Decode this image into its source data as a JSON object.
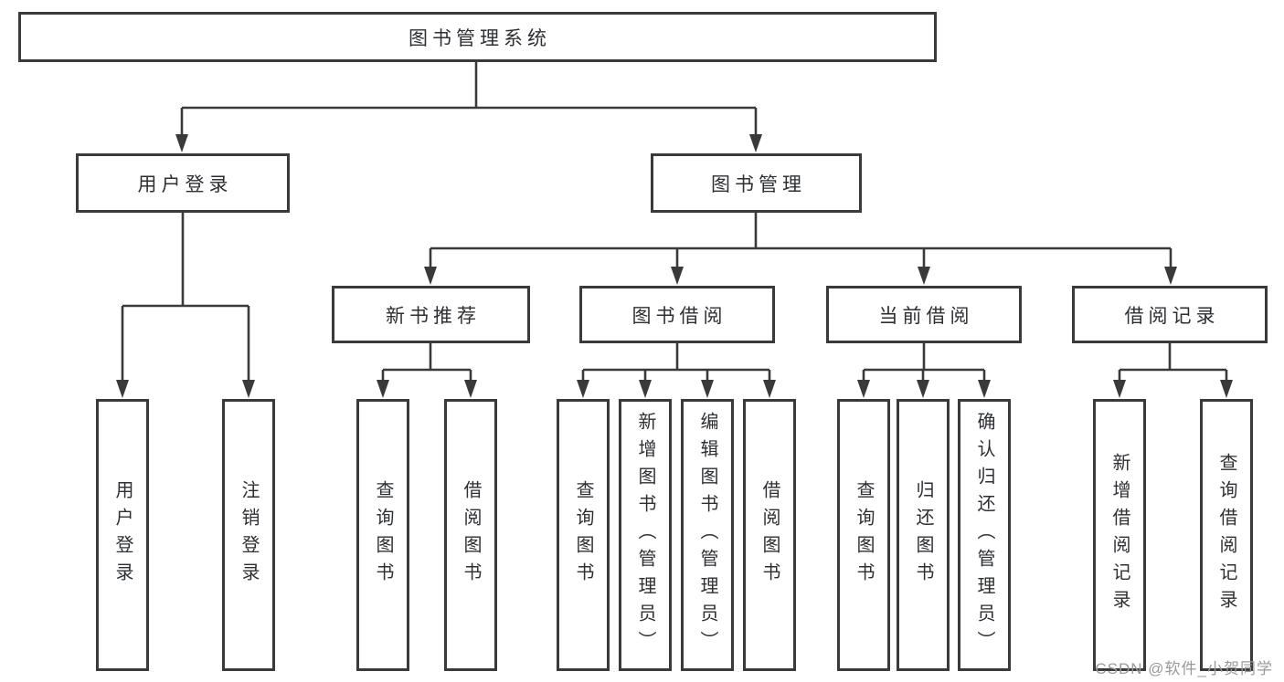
{
  "diagram": {
    "title": "图书管理系统",
    "nodes": {
      "root": "图书管理系统",
      "user_login": "用户登录",
      "book_mgmt": "图书管理",
      "new_book_rec": "新书推荐",
      "book_borrow": "图书借阅",
      "current_borrow": "当前借阅",
      "borrow_records": "借阅记录",
      "ul_login": "用户登录",
      "ul_logout": "注销登录",
      "nb_query_book": "查询图书",
      "nb_borrow_book": "借阅图书",
      "bb_query_book": "查询图书",
      "bb_add_book": "新增图书（管理员）",
      "bb_edit_book": "编辑图书（管理员）",
      "bb_borrow_book": "借阅图书",
      "cb_query_book": "查询图书",
      "cb_return_book": "归还图书",
      "cb_confirm_return": "确认归还（管理员）",
      "br_add_record": "新增借阅记录",
      "br_query_record": "查询借阅记录"
    },
    "hierarchy": {
      "图书管理系统": {
        "用户登录": [
          "用户登录",
          "注销登录"
        ],
        "图书管理": {
          "新书推荐": [
            "查询图书",
            "借阅图书"
          ],
          "图书借阅": [
            "查询图书",
            "新增图书（管理员）",
            "编辑图书（管理员）",
            "借阅图书"
          ],
          "当前借阅": [
            "查询图书",
            "归还图书",
            "确认归还（管理员）"
          ],
          "借阅记录": [
            "新增借阅记录",
            "查询借阅记录"
          ]
        }
      }
    }
  },
  "watermark": "CSDN @软件_小贺同学",
  "colors": {
    "line": "#3a3a3a",
    "text": "#2d2f33",
    "node_background": "#ffffff",
    "watermark": "#9a9a9a",
    "background": "#ffffff"
  }
}
